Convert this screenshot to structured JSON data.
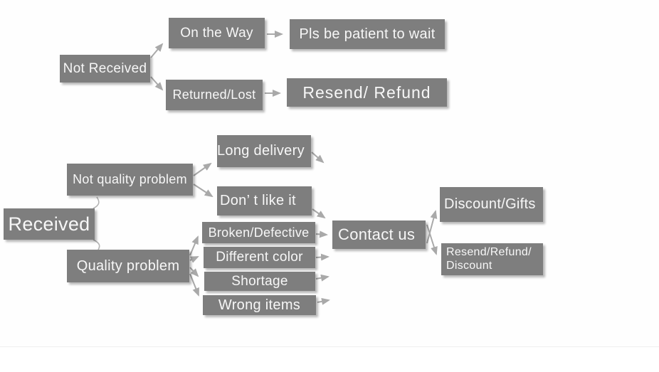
{
  "diagram": {
    "description": "Customer service decision flowchart for order status",
    "colors": {
      "node_fill": "#7e7e7e",
      "node_text": "#f7f7f7",
      "arrow": "#a9a9a9",
      "background": "#ffffff"
    },
    "nodes": {
      "not_received": "Not Received",
      "on_the_way": "On the Way",
      "pls_be_patient": "Pls be patient to wait",
      "returned_lost": "Returned/Lost",
      "resend_refund": "Resend/ Refund",
      "received": "Received",
      "not_quality_problem": "Not quality problem",
      "quality_problem": "Quality problem",
      "long_delivery": "Long delivery",
      "dont_like_it": "Don’ t like it",
      "broken_defective": "Broken/Defective",
      "different_color": "Different color",
      "shortage": "Shortage",
      "wrong_items": "Wrong items",
      "contact_us": "Contact us",
      "discount_gifts": "Discount/Gifts",
      "resend_refund_discount_line1": "Resend/Refund/",
      "resend_refund_discount_line2": "Discount"
    },
    "edges": [
      "Not Received -> On the Way",
      "Not Received -> Returned/Lost",
      "On the Way -> Pls be patient to wait",
      "Returned/Lost -> Resend/ Refund",
      "Received -> Not quality problem",
      "Received -> Quality problem",
      "Not quality problem -> Long delivery",
      "Not quality problem -> Don' t like it",
      "Long delivery -> Contact us",
      "Don' t like it -> Contact us",
      "Quality problem -> Broken/Defective",
      "Quality problem -> Different color",
      "Quality problem -> Shortage",
      "Quality problem -> Wrong items",
      "Broken/Defective -> Contact us",
      "Different color -> Contact us",
      "Shortage -> Contact us",
      "Wrong items -> Contact us",
      "Contact us -> Discount/Gifts",
      "Contact us -> Resend/Refund/Discount"
    ]
  }
}
